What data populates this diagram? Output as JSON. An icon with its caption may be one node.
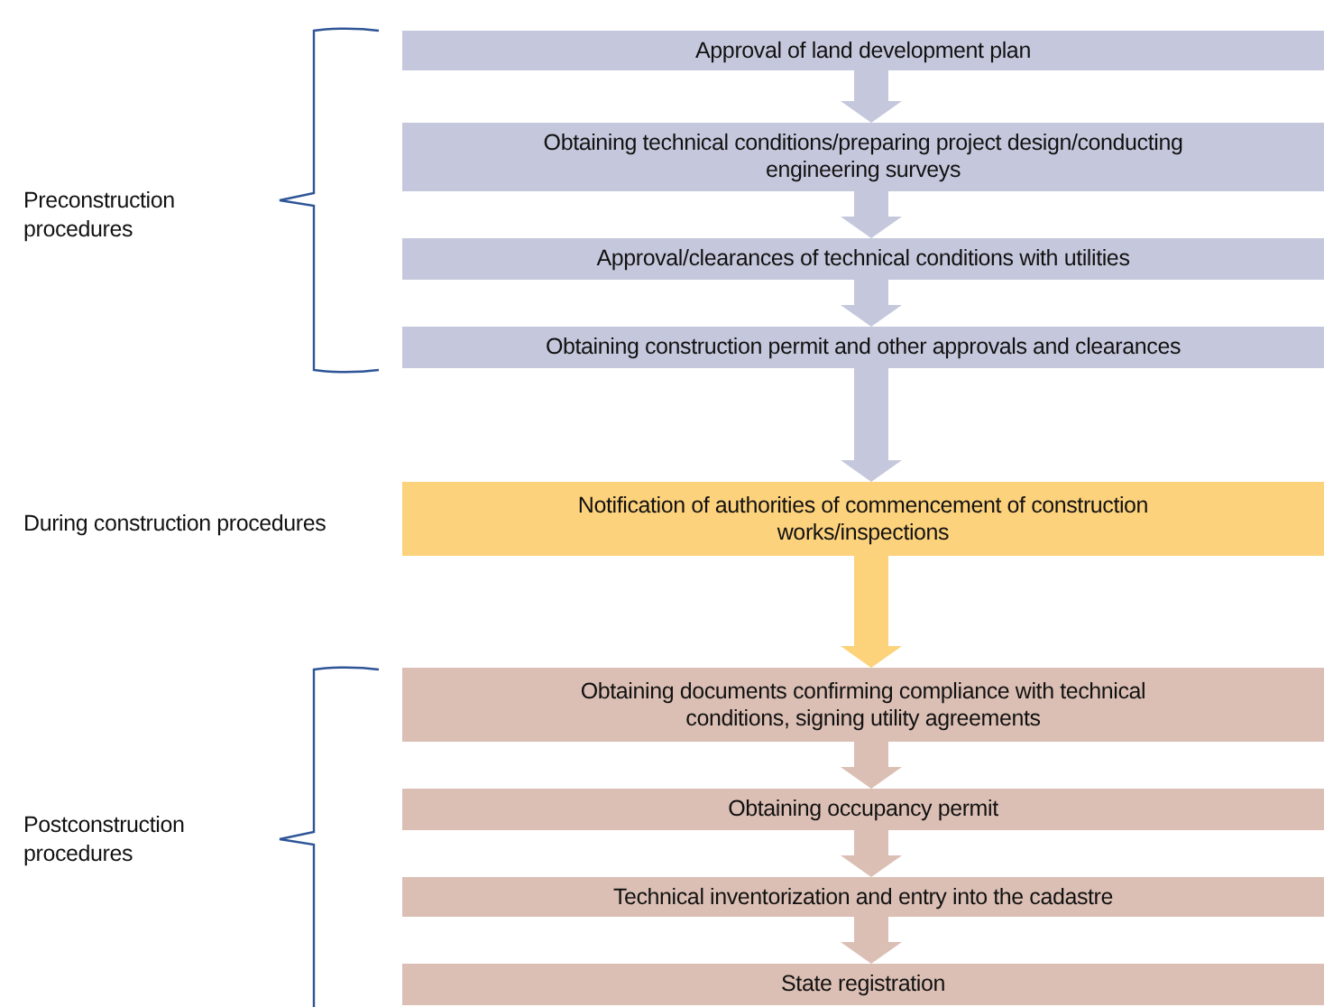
{
  "diagram": {
    "nodes": [
      {
        "text": [
          "Approval of land development plan"
        ]
      },
      {
        "text": [
          "Obtaining technical conditions/preparing project design/conducting engineering surveys"
        ]
      },
      {
        "text": [
          "Approval/clearances of technical conditions with utilities"
        ]
      },
      {
        "text": [
          "Obtaining construction permit and other approvals and clearances"
        ]
      },
      {
        "text": [
          "Notification of authorities of commencement of construction works/inspections"
        ]
      },
      {
        "text": [
          "Obtaining documents confirming compliance with technical conditions, signing utility agreements"
        ]
      },
      {
        "text": [
          "Obtaining occupancy permit"
        ]
      },
      {
        "text": [
          "Technical inventorization and entry into the cadastre"
        ]
      },
      {
        "text": [
          "State registration"
        ]
      }
    ],
    "edges": [
      {
        "from": 0,
        "to": 1,
        "arrow": "to"
      },
      {
        "from": 1,
        "to": 2,
        "arrow": "to"
      },
      {
        "from": 2,
        "to": 3,
        "arrow": "to"
      },
      {
        "from": 3,
        "to": 4,
        "arrow": "to"
      },
      {
        "from": 4,
        "to": 5,
        "arrow": "to",
        "color": "#fcd27a"
      },
      {
        "from": 5,
        "to": 6,
        "arrow": "to",
        "color": "#dbbfb4"
      },
      {
        "from": 6,
        "to": 7,
        "arrow": "to",
        "color": "#dbbfb4"
      },
      {
        "from": 7,
        "to": 8,
        "arrow": "to",
        "color": "#dbbfb4"
      }
    ],
    "labels": [
      "Preconstruction procedures",
      "During construction procedures",
      "Postconstruction procedures"
    ]
  }
}
